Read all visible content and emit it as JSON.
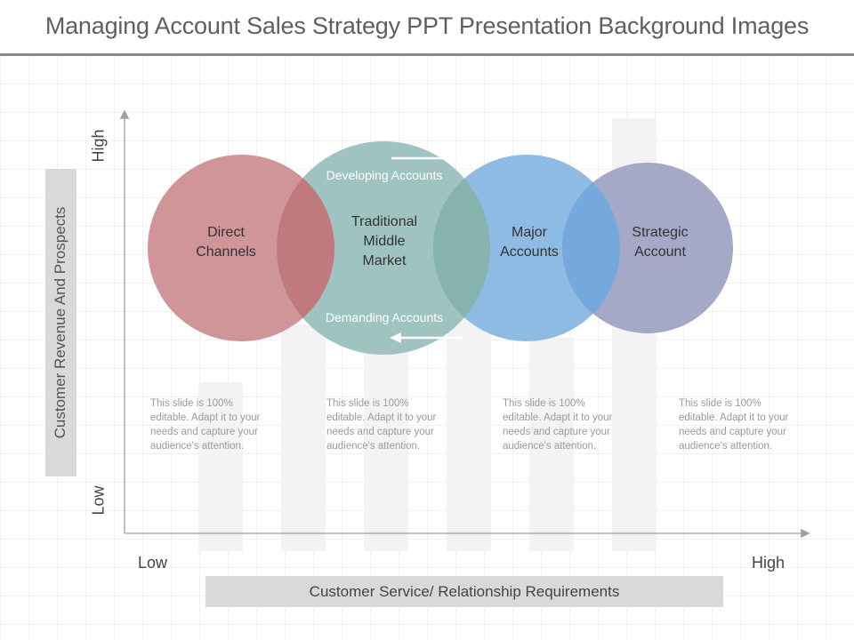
{
  "title": "Managing Account Sales Strategy PPT Presentation Background Images",
  "axes": {
    "y_title": "Customer Revenue And Prospects",
    "y_high": "High",
    "y_low": "Low",
    "x_title": "Customer Service/ Relationship Requirements",
    "x_low": "Low",
    "x_high": "High"
  },
  "circles": [
    {
      "label": "Direct\nChannels",
      "color": "#cf9599"
    },
    {
      "label": "Traditional\nMiddle\nMarket",
      "color": "#9ec3c0"
    },
    {
      "label": "Major\nAccounts",
      "color": "#8ebbe3"
    },
    {
      "label": "Strategic\nAccount",
      "color": "#a6a8c8"
    }
  ],
  "bands": {
    "top": "Developing Accounts",
    "bottom": "Demanding  Accounts"
  },
  "notes": [
    "This slide is 100% editable. Adapt it to your needs and capture your audience's attention.",
    "This slide is 100% editable. Adapt it to your needs and capture your audience's attention.",
    "This slide is 100% editable. Adapt it to your needs and capture your audience's attention.",
    "This slide is 100% editable. Adapt it to your needs and capture your audience's attention."
  ],
  "colors": {
    "overlap_red_teal": "#c07a7d",
    "overlap_teal_blue": "#86b3ae",
    "overlap_blue_purple": "#75a8dd"
  }
}
